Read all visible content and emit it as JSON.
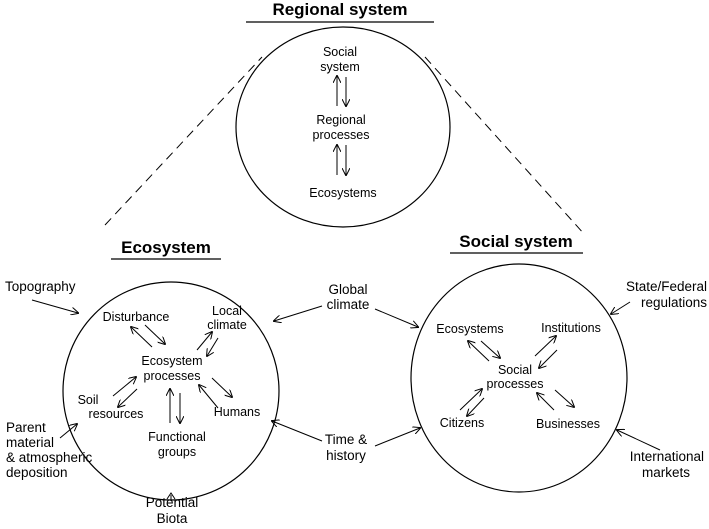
{
  "regional": {
    "title": "Regional system",
    "social": [
      "Social",
      "system"
    ],
    "processes": [
      "Regional",
      "processes"
    ],
    "ecosystems": "Ecosystems"
  },
  "ecosystem": {
    "title": "Ecosystem",
    "disturbance": "Disturbance",
    "local_climate": [
      "Local",
      "climate"
    ],
    "processes": [
      "Ecosystem",
      "processes"
    ],
    "soil": [
      "Soil",
      "resources"
    ],
    "humans": "Humans",
    "functional": [
      "Functional",
      "groups"
    ]
  },
  "social": {
    "title": "Social system",
    "ecosystems": "Ecosystems",
    "institutions": "Institutions",
    "processes": [
      "Social",
      "processes"
    ],
    "citizens": "Citizens",
    "businesses": "Businesses"
  },
  "external": {
    "topography": "Topography",
    "parent": [
      "Parent",
      "material",
      "& atmospheric",
      "deposition"
    ],
    "biota": [
      "Potential",
      "Biota"
    ],
    "global_climate": [
      "Global",
      "climate"
    ],
    "time_history": [
      "Time &",
      "history"
    ],
    "state_federal": [
      "State/Federal",
      "regulations"
    ],
    "international": [
      "International",
      "markets"
    ]
  }
}
